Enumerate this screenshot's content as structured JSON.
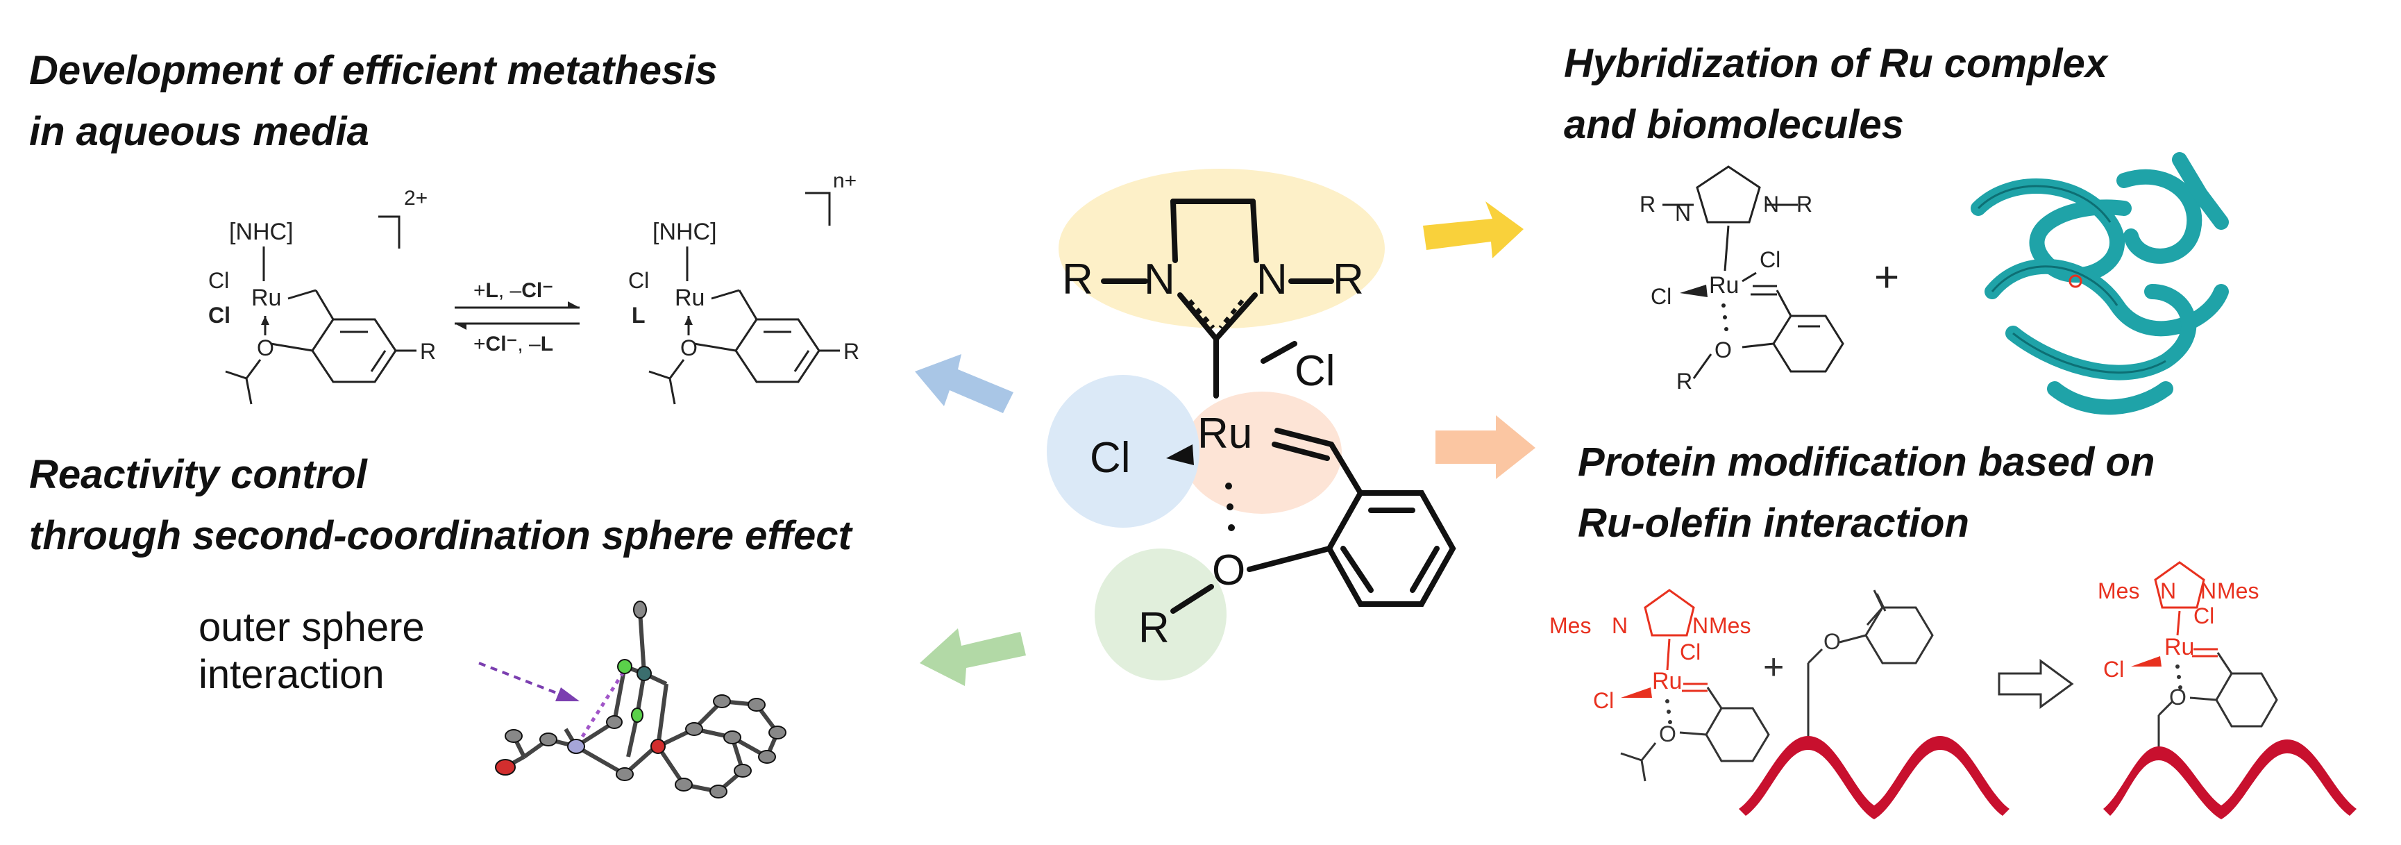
{
  "headings": {
    "tl_line1": "Development of efficient metathesis",
    "tl_line2": "in aqueous media",
    "tr_line1": "Hybridization of Ru complex",
    "tr_line2": "and biomolecules",
    "bl_line1": "Reactivity control",
    "bl_line2": "through second-coordination sphere effect",
    "br_line1": "Protein modification based on",
    "br_line2": "Ru-olefin interaction"
  },
  "center_complex": {
    "R": "R",
    "N": "N",
    "Ru": "Ru",
    "Cl": "Cl",
    "O": "O",
    "highlight_colors": {
      "nhc": "#fdf0c8",
      "cl": "#dbe9f7",
      "ru": "#fde4d6",
      "ether": "#e1efdc"
    }
  },
  "top_left_scheme": {
    "nhc": "[NHC]",
    "charge_left": "2+",
    "charge_right": "n+",
    "cl": "Cl",
    "ru": "Ru",
    "o": "O",
    "r": "R",
    "l": "L",
    "forward_a": "+",
    "forward_b": "L",
    "forward_c": ", –",
    "forward_d": "Cl⁻",
    "back_a": "+",
    "back_b": "Cl⁻",
    "back_c": ", –",
    "back_d": "L"
  },
  "top_right_scheme": {
    "plus": "+",
    "r": "R",
    "n": "N",
    "ru": "Ru",
    "cl": "Cl",
    "o": "O"
  },
  "bottom_left": {
    "label_line1": "outer sphere",
    "label_line2": "interaction"
  },
  "bottom_right_scheme": {
    "mes": "Mes",
    "n": "N",
    "ru": "Ru",
    "cl": "Cl",
    "o": "O",
    "plus": "+",
    "red": "#e8311f",
    "dna_color": "#c8102e"
  },
  "arrow_colors": {
    "yellow": "#f9d13b",
    "orange": "#fbc6a2",
    "blue": "#a9c6e6",
    "green": "#b2d9a6"
  },
  "protein_color": "#1fa3a8"
}
